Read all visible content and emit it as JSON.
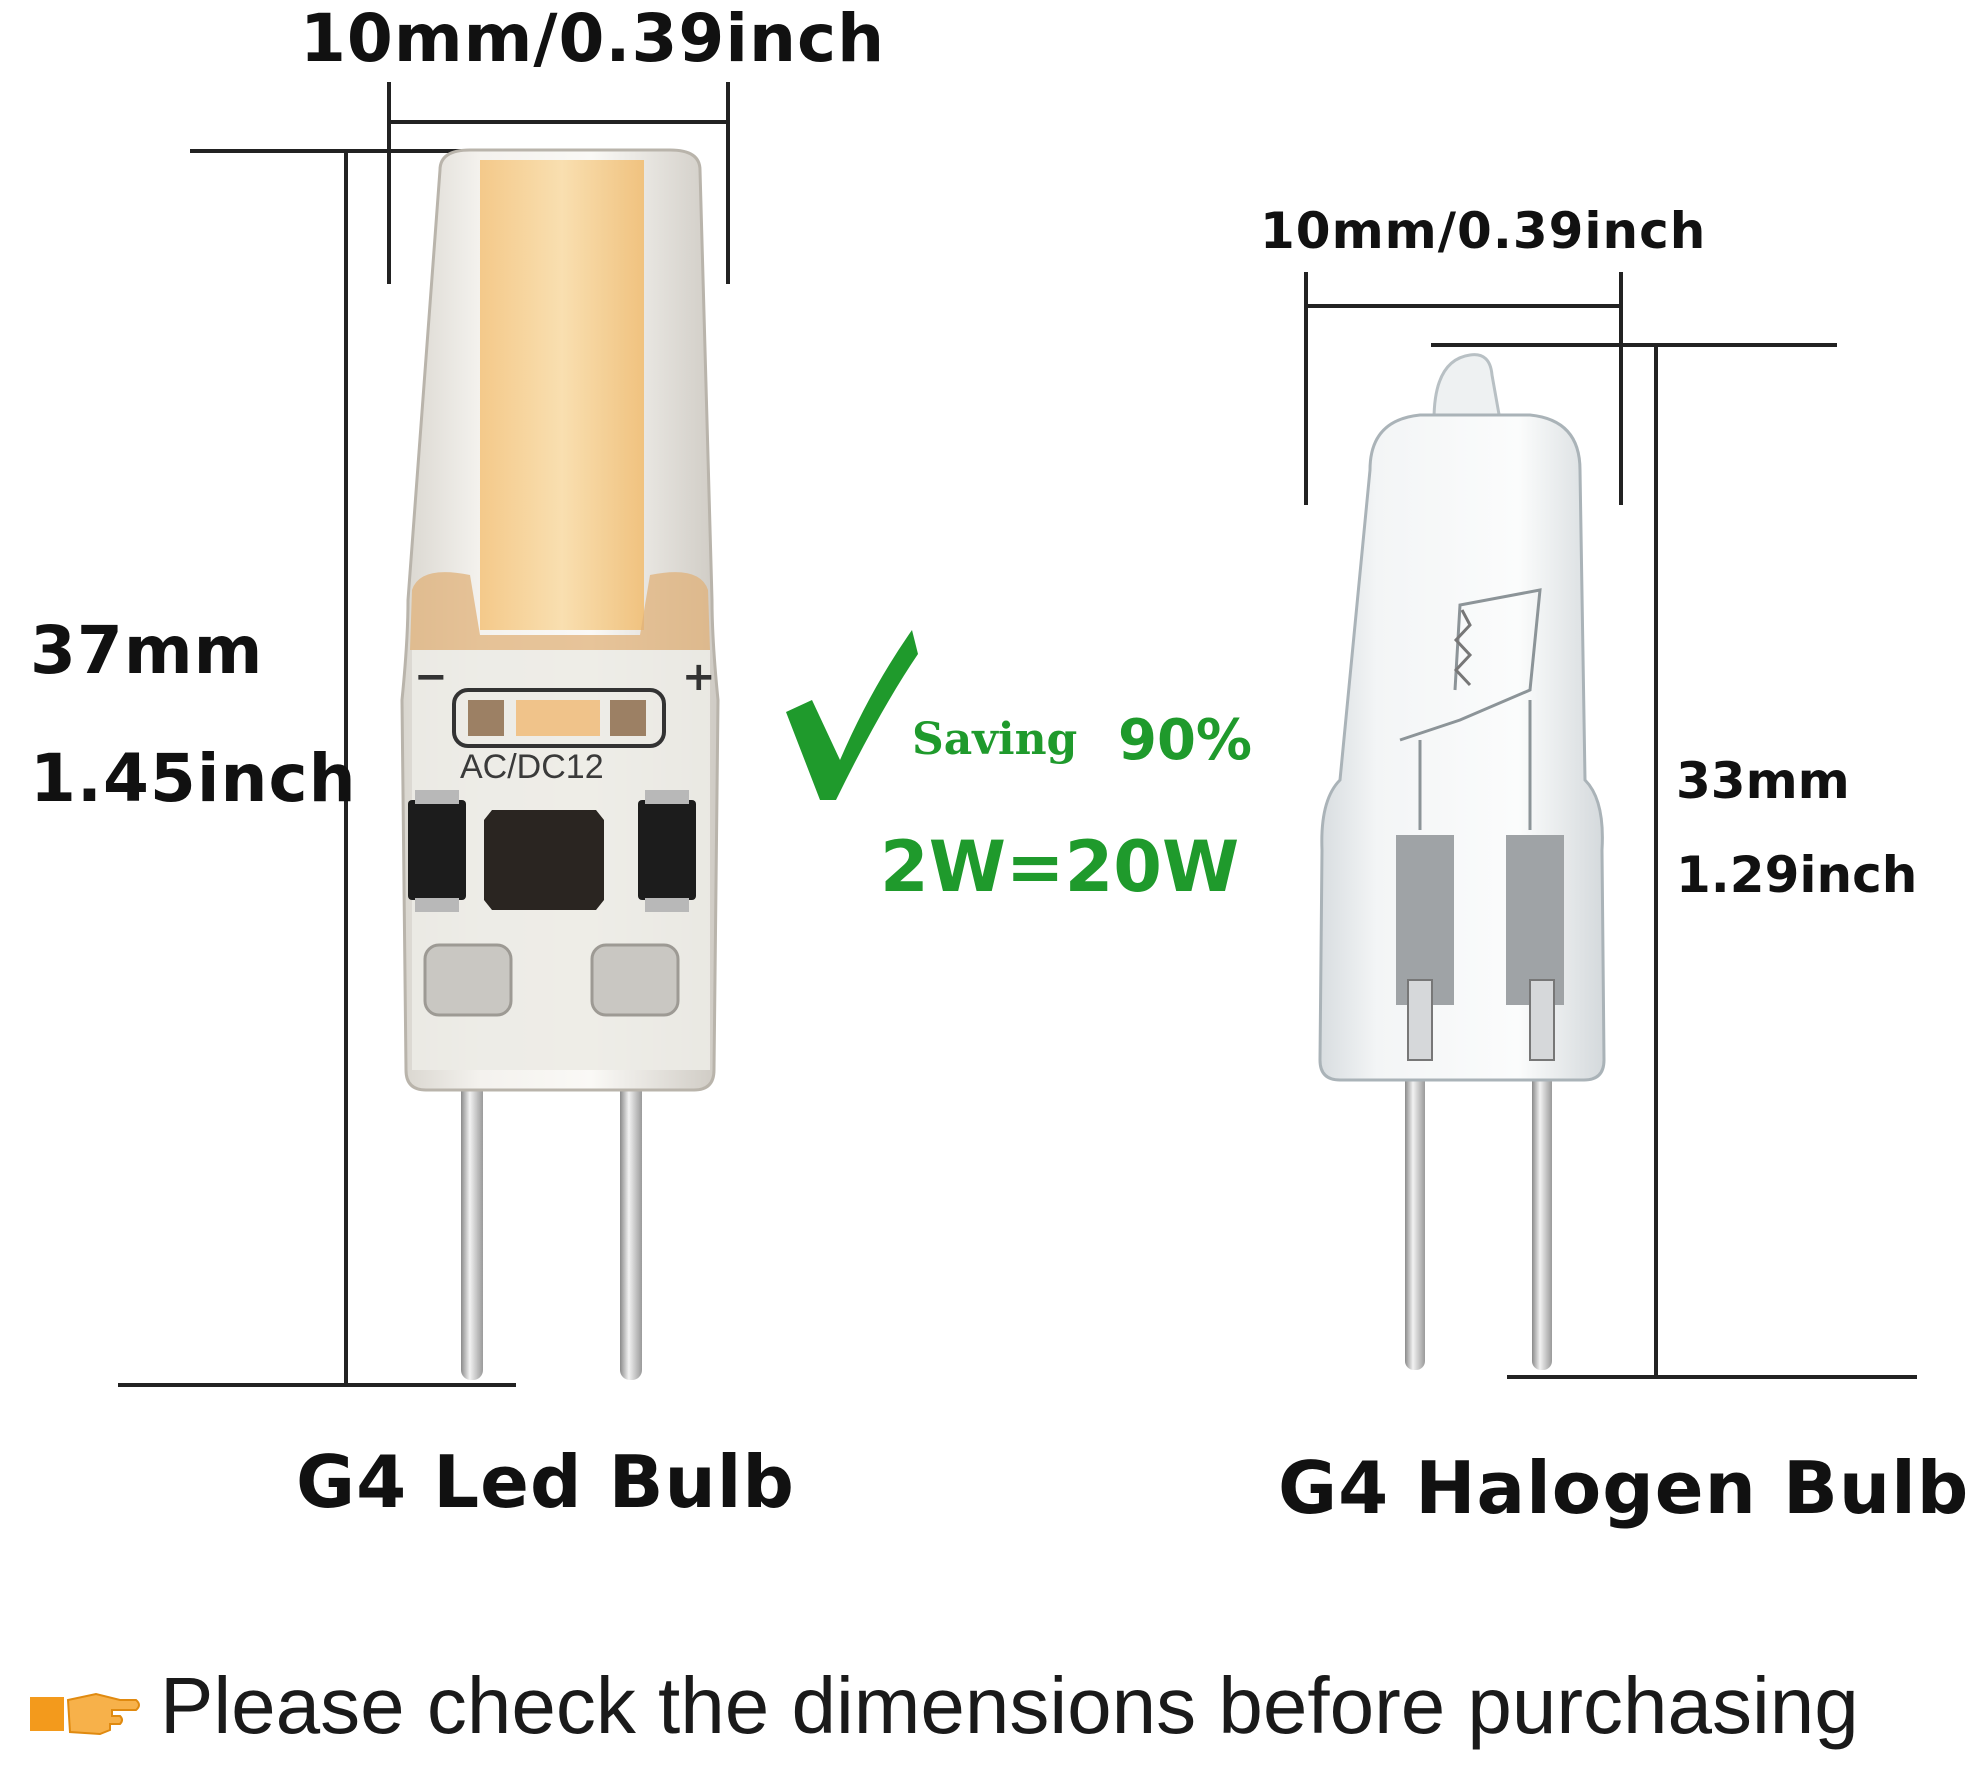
{
  "led_bulb": {
    "width_label": "10mm/0.39inch",
    "height_mm": "37mm",
    "height_inch": "1.45inch",
    "polarity_minus": "−",
    "polarity_plus": "+",
    "voltage_marking": "AC/DC12",
    "title": "G4 Led Bulb"
  },
  "halogen_bulb": {
    "width_label": "10mm/0.39inch",
    "height_mm": "33mm",
    "height_inch": "1.29inch",
    "title": "G4 Halogen Bulb"
  },
  "comparison": {
    "saving_word": "Saving",
    "saving_percent": "90%",
    "power_equivalence": "2W=20W"
  },
  "notice": {
    "text": "Please check the dimensions before purchasing"
  },
  "colors": {
    "accent_green": "#1f9a2c",
    "led_glow": "#f7d9a3",
    "pointer_orange": "#f39a1c"
  },
  "icons": [
    "check-mark-icon",
    "pointing-hand-icon"
  ]
}
